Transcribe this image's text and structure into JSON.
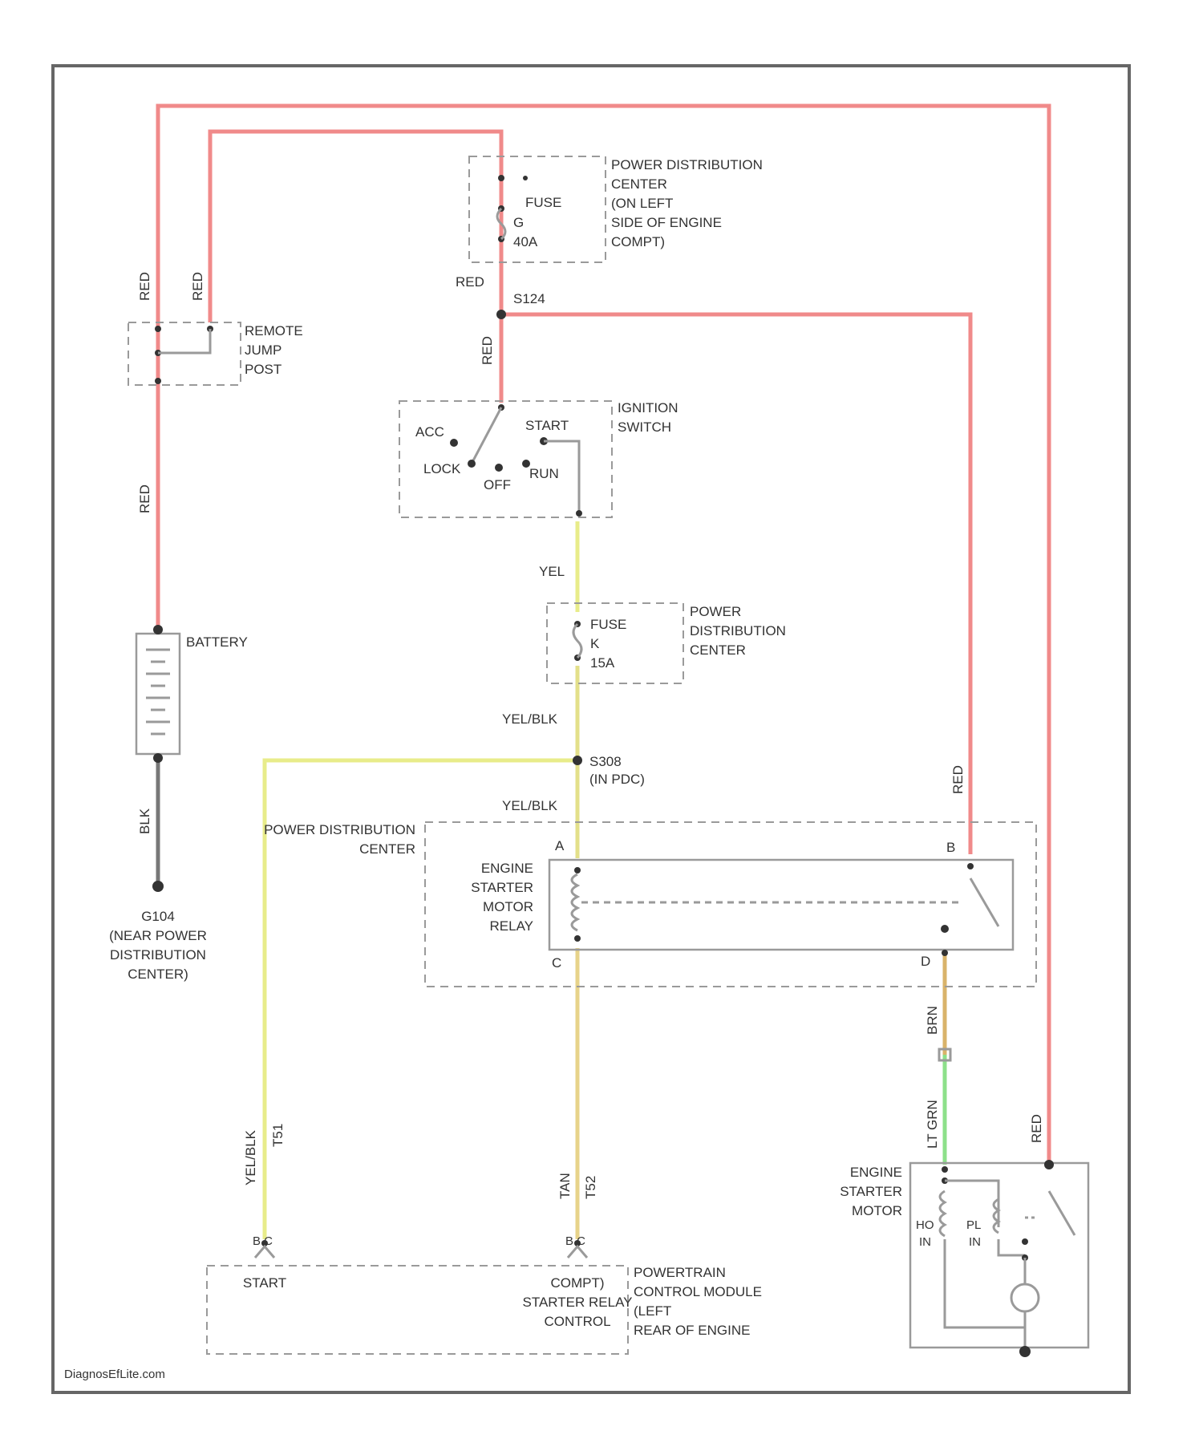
{
  "wire_colors": {
    "red": "#f08a8a",
    "yellow": "#e8ec8a",
    "yellow_black": "#e3e08a",
    "tan": "#e7d38a",
    "black": "#777777",
    "light_green": "#8de08a",
    "brown": "#d9b36a"
  },
  "components": {
    "pdc_fuse_top": {
      "title_lines": [
        "POWER DISTRIBUTION",
        "CENTER",
        "(ON LEFT",
        "SIDE OF ENGINE",
        "COMPT)"
      ],
      "fuse_lines": [
        "FUSE",
        "G",
        "40A"
      ]
    },
    "remote_jump_post": {
      "title_lines": [
        "REMOTE",
        "JUMP",
        "POST"
      ]
    },
    "splice_top": {
      "label": "S124"
    },
    "ignition_switch": {
      "title_lines": [
        "IGNITION",
        "SWITCH"
      ],
      "positions": [
        "ACC",
        "START",
        "LOCK",
        "OFF",
        "RUN"
      ]
    },
    "pdc_fuse_mid": {
      "title_lines": [
        "POWER",
        "DISTRIBUTION",
        "CENTER"
      ],
      "fuse_lines": [
        "FUSE",
        "K",
        "15A"
      ]
    },
    "battery": {
      "label": "BATTERY"
    },
    "ground": {
      "lines": [
        "G104",
        "(NEAR POWER",
        "DISTRIBUTION",
        "CENTER)"
      ]
    },
    "splice_mid": {
      "lines": [
        "S308",
        "(IN PDC)"
      ]
    },
    "pdc_relay": {
      "title_lines": [
        "POWER DISTRIBUTION",
        "CENTER"
      ],
      "relay_lines": [
        "ENGINE",
        "STARTER",
        "MOTOR",
        "RELAY"
      ],
      "pins": [
        "A",
        "B",
        "C",
        "D"
      ]
    },
    "starter_motor": {
      "title_lines": [
        "ENGINE",
        "STARTER",
        "MOTOR"
      ],
      "coil_labels": [
        "HO",
        "IN",
        "PL",
        "IN"
      ]
    },
    "pcm": {
      "title_lines": [
        "POWERTRAIN",
        "CONTROL MODULE",
        "(LEFT",
        "REAR OF ENGINE"
      ],
      "pin_left": [
        "B C",
        "START"
      ],
      "pin_right": [
        "B C",
        "COMPT)",
        "STARTER RELAY",
        "CONTROL"
      ]
    }
  },
  "wire_labels": {
    "red_1": "RED",
    "red_2": "RED",
    "red_3": "RED",
    "red_4": "RED",
    "red_5": "RED",
    "red_6": "RED",
    "red_7": "RED",
    "yel": "YEL",
    "yel_blk_1": "YEL/BLK",
    "yel_blk_2": "YEL/BLK",
    "yel_blk_3": "YEL/BLK",
    "tan_1": "TAN",
    "tan_2": "YEL/BLK",
    "blk": "BLK",
    "brn": "BRN",
    "lt_grn": "LT GRN",
    "pcm_left_pin": "T51",
    "pcm_right_pin": "T52"
  },
  "watermark": "DiagnosEfLite.com"
}
